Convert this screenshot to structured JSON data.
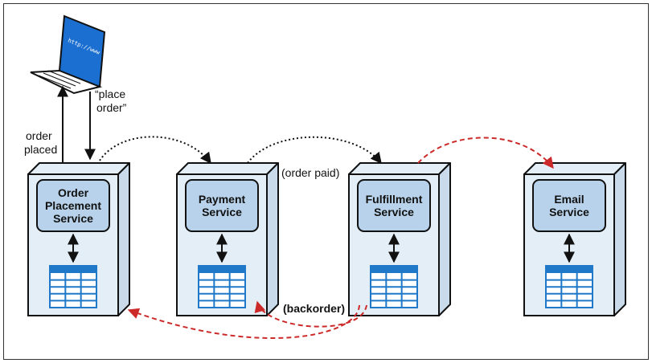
{
  "client": {
    "url_text": "http://www"
  },
  "labels": {
    "place_order_line1": "“place",
    "place_order_line2": "order”",
    "order_placed_line1": "order",
    "order_placed_line2": "placed",
    "order_paid": "(order paid)",
    "backorder": "(backorder)"
  },
  "services": [
    {
      "id": "order",
      "lines": [
        "Order",
        "Placement",
        "Service"
      ]
    },
    {
      "id": "payment",
      "lines": [
        "Payment",
        "Service"
      ]
    },
    {
      "id": "fulfillment",
      "lines": [
        "Fulfillment",
        "Service"
      ]
    },
    {
      "id": "email",
      "lines": [
        "Email",
        "Service"
      ]
    }
  ],
  "colors": {
    "box_fill": "#e3eef7",
    "box_side": "#c9dbea",
    "service_fill": "#b7d2ea",
    "db_blue": "#1f78c8",
    "async_red": "#cc2a2a",
    "screen_blue": "#1b6fd1"
  }
}
